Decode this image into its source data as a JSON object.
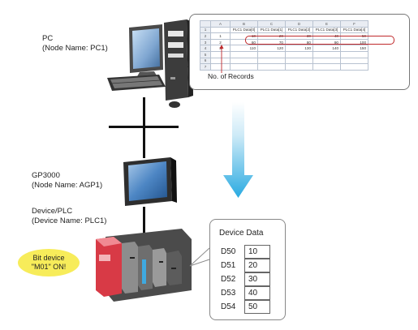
{
  "pc": {
    "label": "PC",
    "node": "(Node Name: PC1)"
  },
  "gp": {
    "label": "GP3000",
    "node": "(Node Name: AGP1)"
  },
  "plc": {
    "label": "Device/PLC",
    "device": "(Device Name: PLC1)"
  },
  "bubble": {
    "line1": "Bit device",
    "line2": "\"M01\" ON!"
  },
  "sheet": {
    "col_headers": [
      "",
      "A",
      "B",
      "C",
      "D",
      "E",
      "F"
    ],
    "rows": [
      [
        "1",
        "",
        "PLC1 Data[0]",
        "PLC1 Data[1]",
        "PLC1 Data[2]",
        "PLC1 Data[3]",
        "PLC1 Data[4]"
      ],
      [
        "2",
        "1",
        "10",
        "20",
        "30",
        "40",
        "50"
      ],
      [
        "3",
        "2",
        "60",
        "70",
        "80",
        "90",
        "100"
      ],
      [
        "4",
        "3",
        "110",
        "120",
        "130",
        "140",
        "150"
      ],
      [
        "5",
        "",
        "",
        "",
        "",
        "",
        ""
      ],
      [
        "6",
        "",
        "",
        "",
        "",
        "",
        ""
      ],
      [
        "7",
        "",
        "",
        "",
        "",
        "",
        ""
      ]
    ],
    "records_label": "No. of Records"
  },
  "device_data": {
    "title": "Device Data",
    "rows": [
      {
        "addr": "D50",
        "val": "10"
      },
      {
        "addr": "D51",
        "val": "20"
      },
      {
        "addr": "D52",
        "val": "30"
      },
      {
        "addr": "D53",
        "val": "40"
      },
      {
        "addr": "D54",
        "val": "50"
      }
    ]
  },
  "colors": {
    "arrow": "#29aae1",
    "highlight": "#c0292b",
    "bubble": "#f7ec5a"
  }
}
